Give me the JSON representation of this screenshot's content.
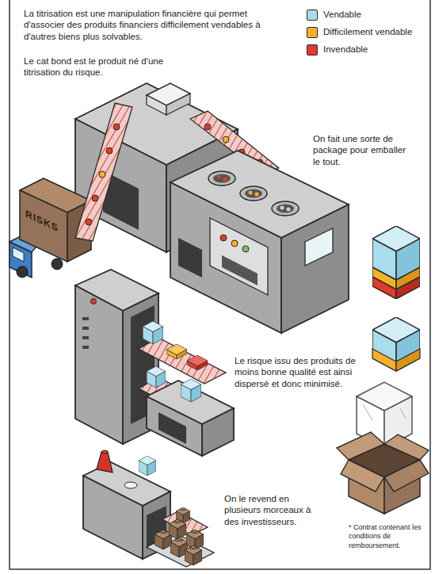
{
  "diagram": {
    "labels": [
      "La titrisation est une manipulation financière qui permet d'associer des produits financiers difficilement vendables à d'autres biens plus solvables.",
      "Le cat bond est le produit né d'une titrisation du risque.",
      "On fait une sorte de package pour emballer le tout.",
      "Le risque issu des produits de moins bonne qualité est ainsi dispersé et donc minimisé.",
      "On le revend en plusieurs morceaux à des investisseurs.",
      "RISKS",
      "* Contrat contenant les conditions de remboursement."
    ],
    "legend": [
      {
        "text": "Vendable",
        "color": "#a9dcec"
      },
      {
        "text": "Difficilement vendable",
        "color": "#f4b12b"
      },
      {
        "text": "Invendable",
        "color": "#e23a2c"
      }
    ]
  }
}
